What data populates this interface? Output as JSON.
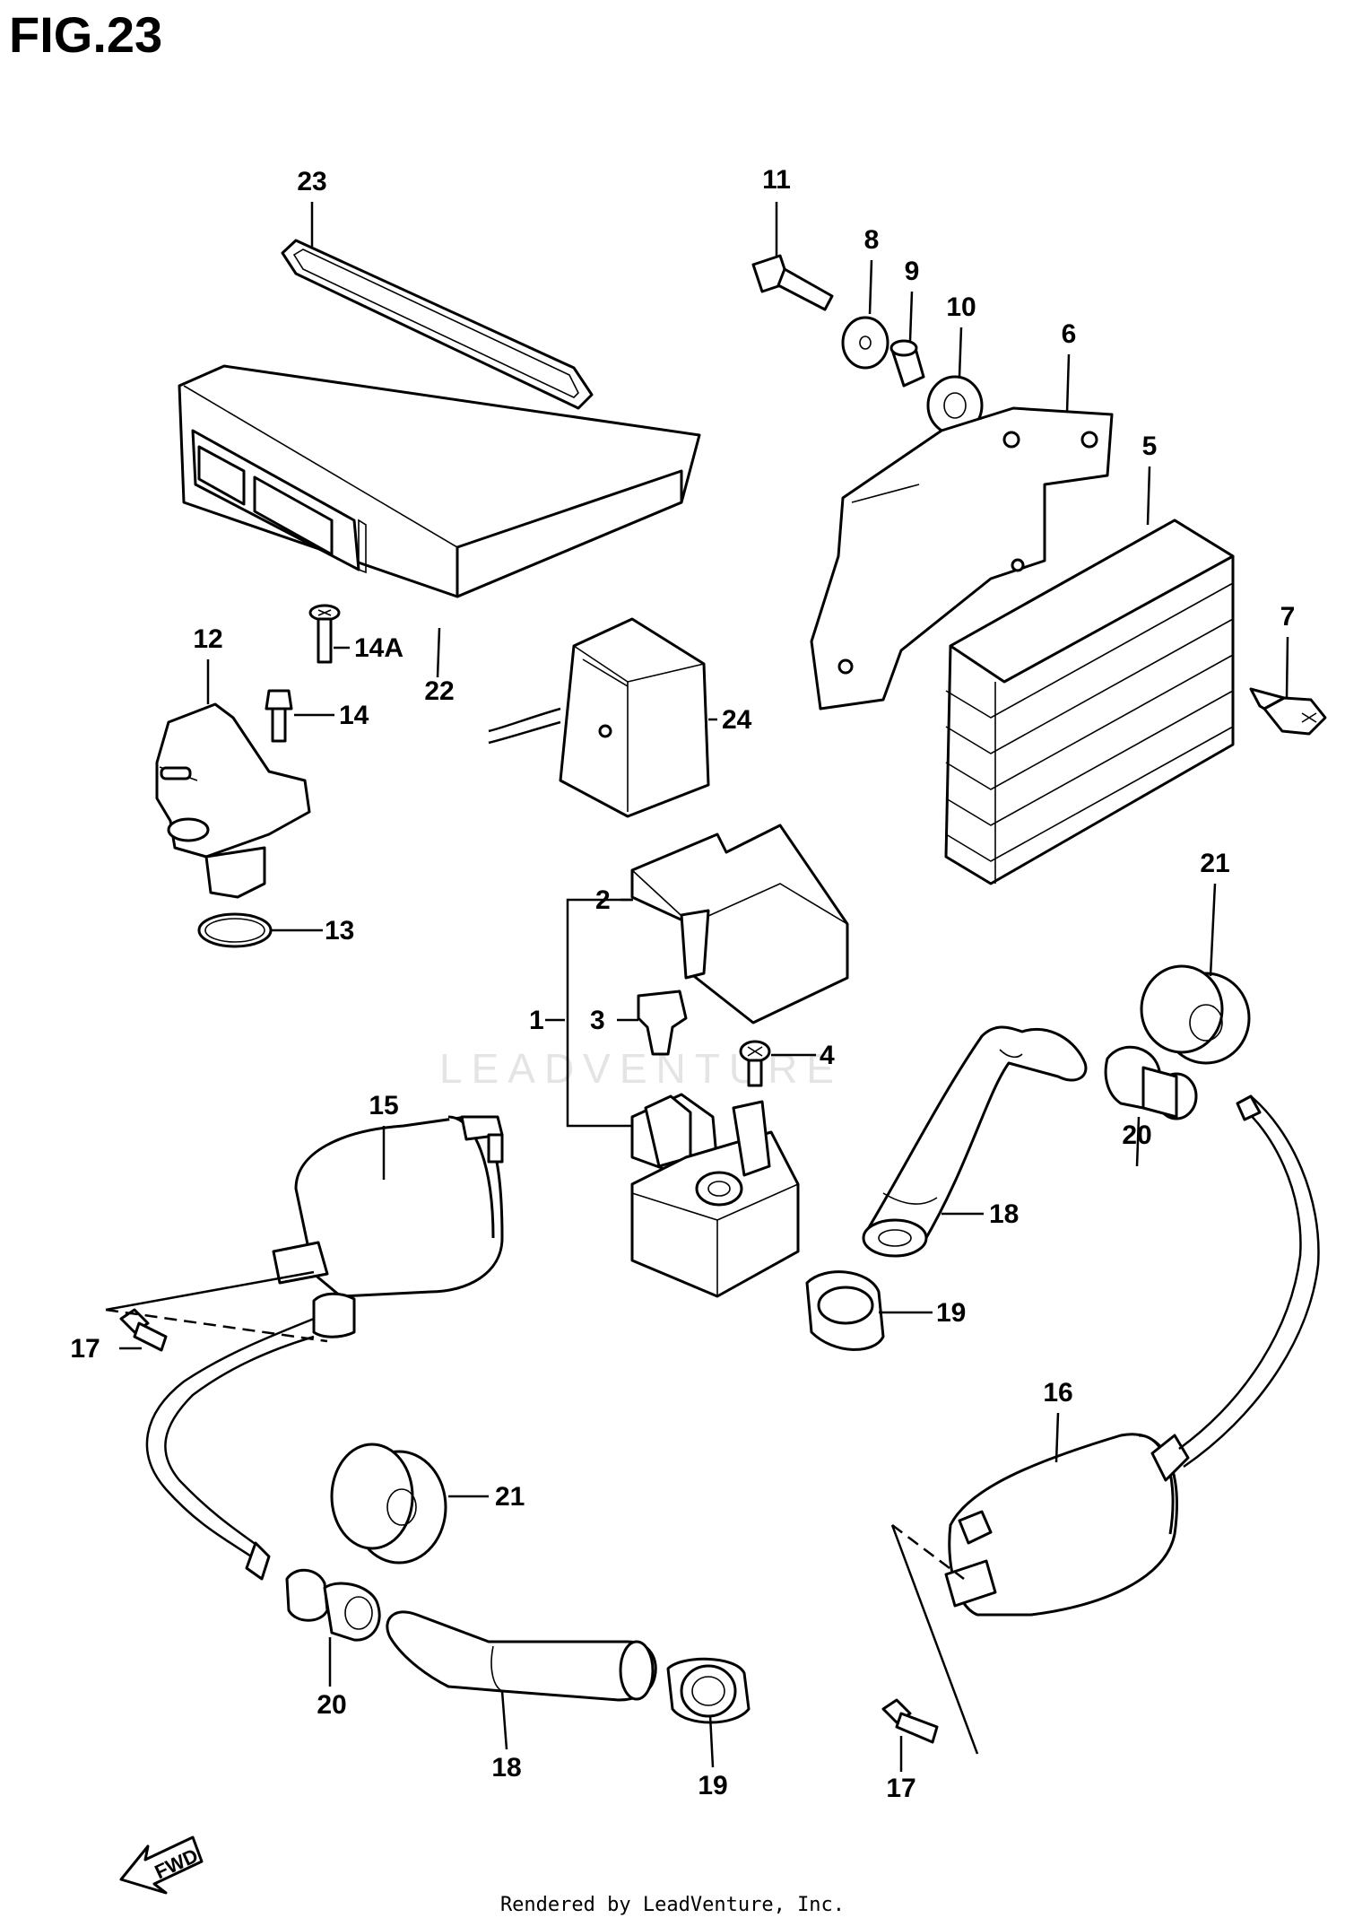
{
  "figure": {
    "title": "FIG.23",
    "watermark": "LEADVENTURE",
    "footer": "Rendered by LeadVenture, Inc.",
    "fwd_arrow_label": "FWD"
  },
  "callouts": {
    "c1": "1",
    "c2": "2",
    "c3": "3",
    "c4": "4",
    "c5": "5",
    "c6": "6",
    "c7": "7",
    "c8": "8",
    "c9": "9",
    "c10": "10",
    "c11": "11",
    "c12": "12",
    "c13": "13",
    "c14": "14",
    "c14a": "14A",
    "c15": "15",
    "c16": "16",
    "c17a": "17",
    "c17b": "17",
    "c18a": "18",
    "c18b": "18",
    "c19a": "19",
    "c19b": "19",
    "c20a": "20",
    "c20b": "20",
    "c21a": "21",
    "c21b": "21",
    "c22": "22",
    "c23": "23",
    "c24": "24"
  }
}
